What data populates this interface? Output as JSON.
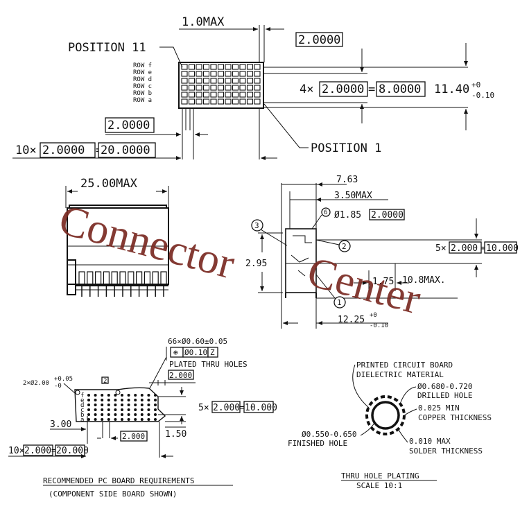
{
  "watermark": {
    "line1": "Connector",
    "line2": "Center"
  },
  "top_view": {
    "width_max": "1.0MAX",
    "pitch_box": "2.0000",
    "position_11": "POSITION 11",
    "position_1": "POSITION 1",
    "row_labels": [
      "ROW f",
      "ROW e",
      "ROW d",
      "ROW c",
      "ROW b",
      "ROW a"
    ],
    "rows_prefix": "4×",
    "rows_pitch": "2.0000",
    "rows_eq": "=",
    "rows_total": "8.0000",
    "height_total": "11.40",
    "height_tol_upper": "+0",
    "height_tol_lower": "-0.10",
    "col_pitch_box": "2.0000",
    "cols_prefix": "10×",
    "cols_pitch": "2.0000",
    "cols_eq": "=",
    "cols_total": "20.0000"
  },
  "front_view": {
    "width_max": "25.00MAX"
  },
  "side_view": {
    "dim_763": "7.63",
    "dim_350": "3.50MAX",
    "balloon_6": "6",
    "dia_185": "Ø1.85",
    "pitch_box": "2.0000",
    "balloon_3": "3",
    "balloon_2": "2",
    "balloon_1": "1",
    "rows_prefix": "5×",
    "rows_pitch": "2.000",
    "rows_eq": "=",
    "rows_total": "10.000",
    "dim_295": "2.95",
    "dim_175": "1.75",
    "height_max": "10.8MAX.",
    "width_total": "12.25",
    "width_tol_upper": "+0",
    "width_tol_lower": "-0.10"
  },
  "pcb_layout": {
    "hole_count": "66×Ø0.60±0.05",
    "gdt_symbol": "⊕",
    "gdt_tol": "Ø0.10",
    "gdt_datum": "Z",
    "plated": "PLATED THRU HOLES",
    "pitch_top": "2.000",
    "mount_holes": "2×Ø2.00",
    "mount_tol": "+0.05",
    "mount_tol2": "-0",
    "balloon_2": "2",
    "row_letters": [
      "f",
      "e",
      "d",
      "c",
      "b",
      "a"
    ],
    "rows_prefix": "5×",
    "rows_pitch": "2.000",
    "rows_eq": "=",
    "rows_total": "10.000",
    "dim_300": "3.00",
    "pitch_bottom": "2.000",
    "dim_150": "1.50",
    "cols_prefix": "10×",
    "cols_pitch": "2.000",
    "cols_eq": "=",
    "cols_total": "20.000",
    "caption_line1": "RECOMMENDED PC BOARD REQUIREMENTS",
    "caption_line2": "(COMPONENT SIDE BOARD SHOWN)"
  },
  "plating": {
    "label_pcb1": "PRINTED CIRCUIT BOARD",
    "label_pcb2": "DIELECTRIC MATERIAL",
    "label_drill1": "Ø0.680-0.720",
    "label_drill2": "DRILLED HOLE",
    "label_copper1": "0.025 MIN",
    "label_copper2": "COPPER THICKNESS",
    "label_finished1": "Ø0.550-0.650",
    "label_finished2": "FINISHED HOLE",
    "label_solder1": "0.010 MAX",
    "label_solder2": "SOLDER THICKNESS",
    "caption_line1": "THRU HOLE PLATING",
    "caption_line2": "SCALE   10:1"
  }
}
